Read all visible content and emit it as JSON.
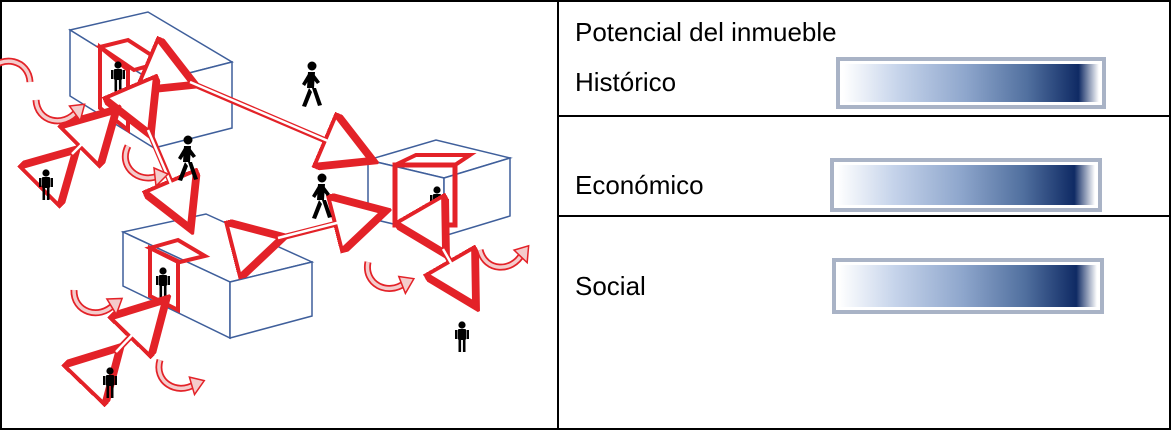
{
  "panel": {
    "title": "Potencial del inmueble",
    "rows": [
      {
        "label": "Histórico"
      },
      {
        "label": "Económico"
      },
      {
        "label": "Social"
      }
    ]
  },
  "colors": {
    "arrow": "#e32228",
    "building_outline": "#3f5f9b",
    "frame": "#000000",
    "bar_border": "#a9b3c6",
    "gradient_dark": "#0f2a64"
  },
  "icons": [
    "person-icon",
    "walking-person-icon",
    "curved-arrow-icon",
    "double-arrow-icon",
    "building-block-icon"
  ]
}
